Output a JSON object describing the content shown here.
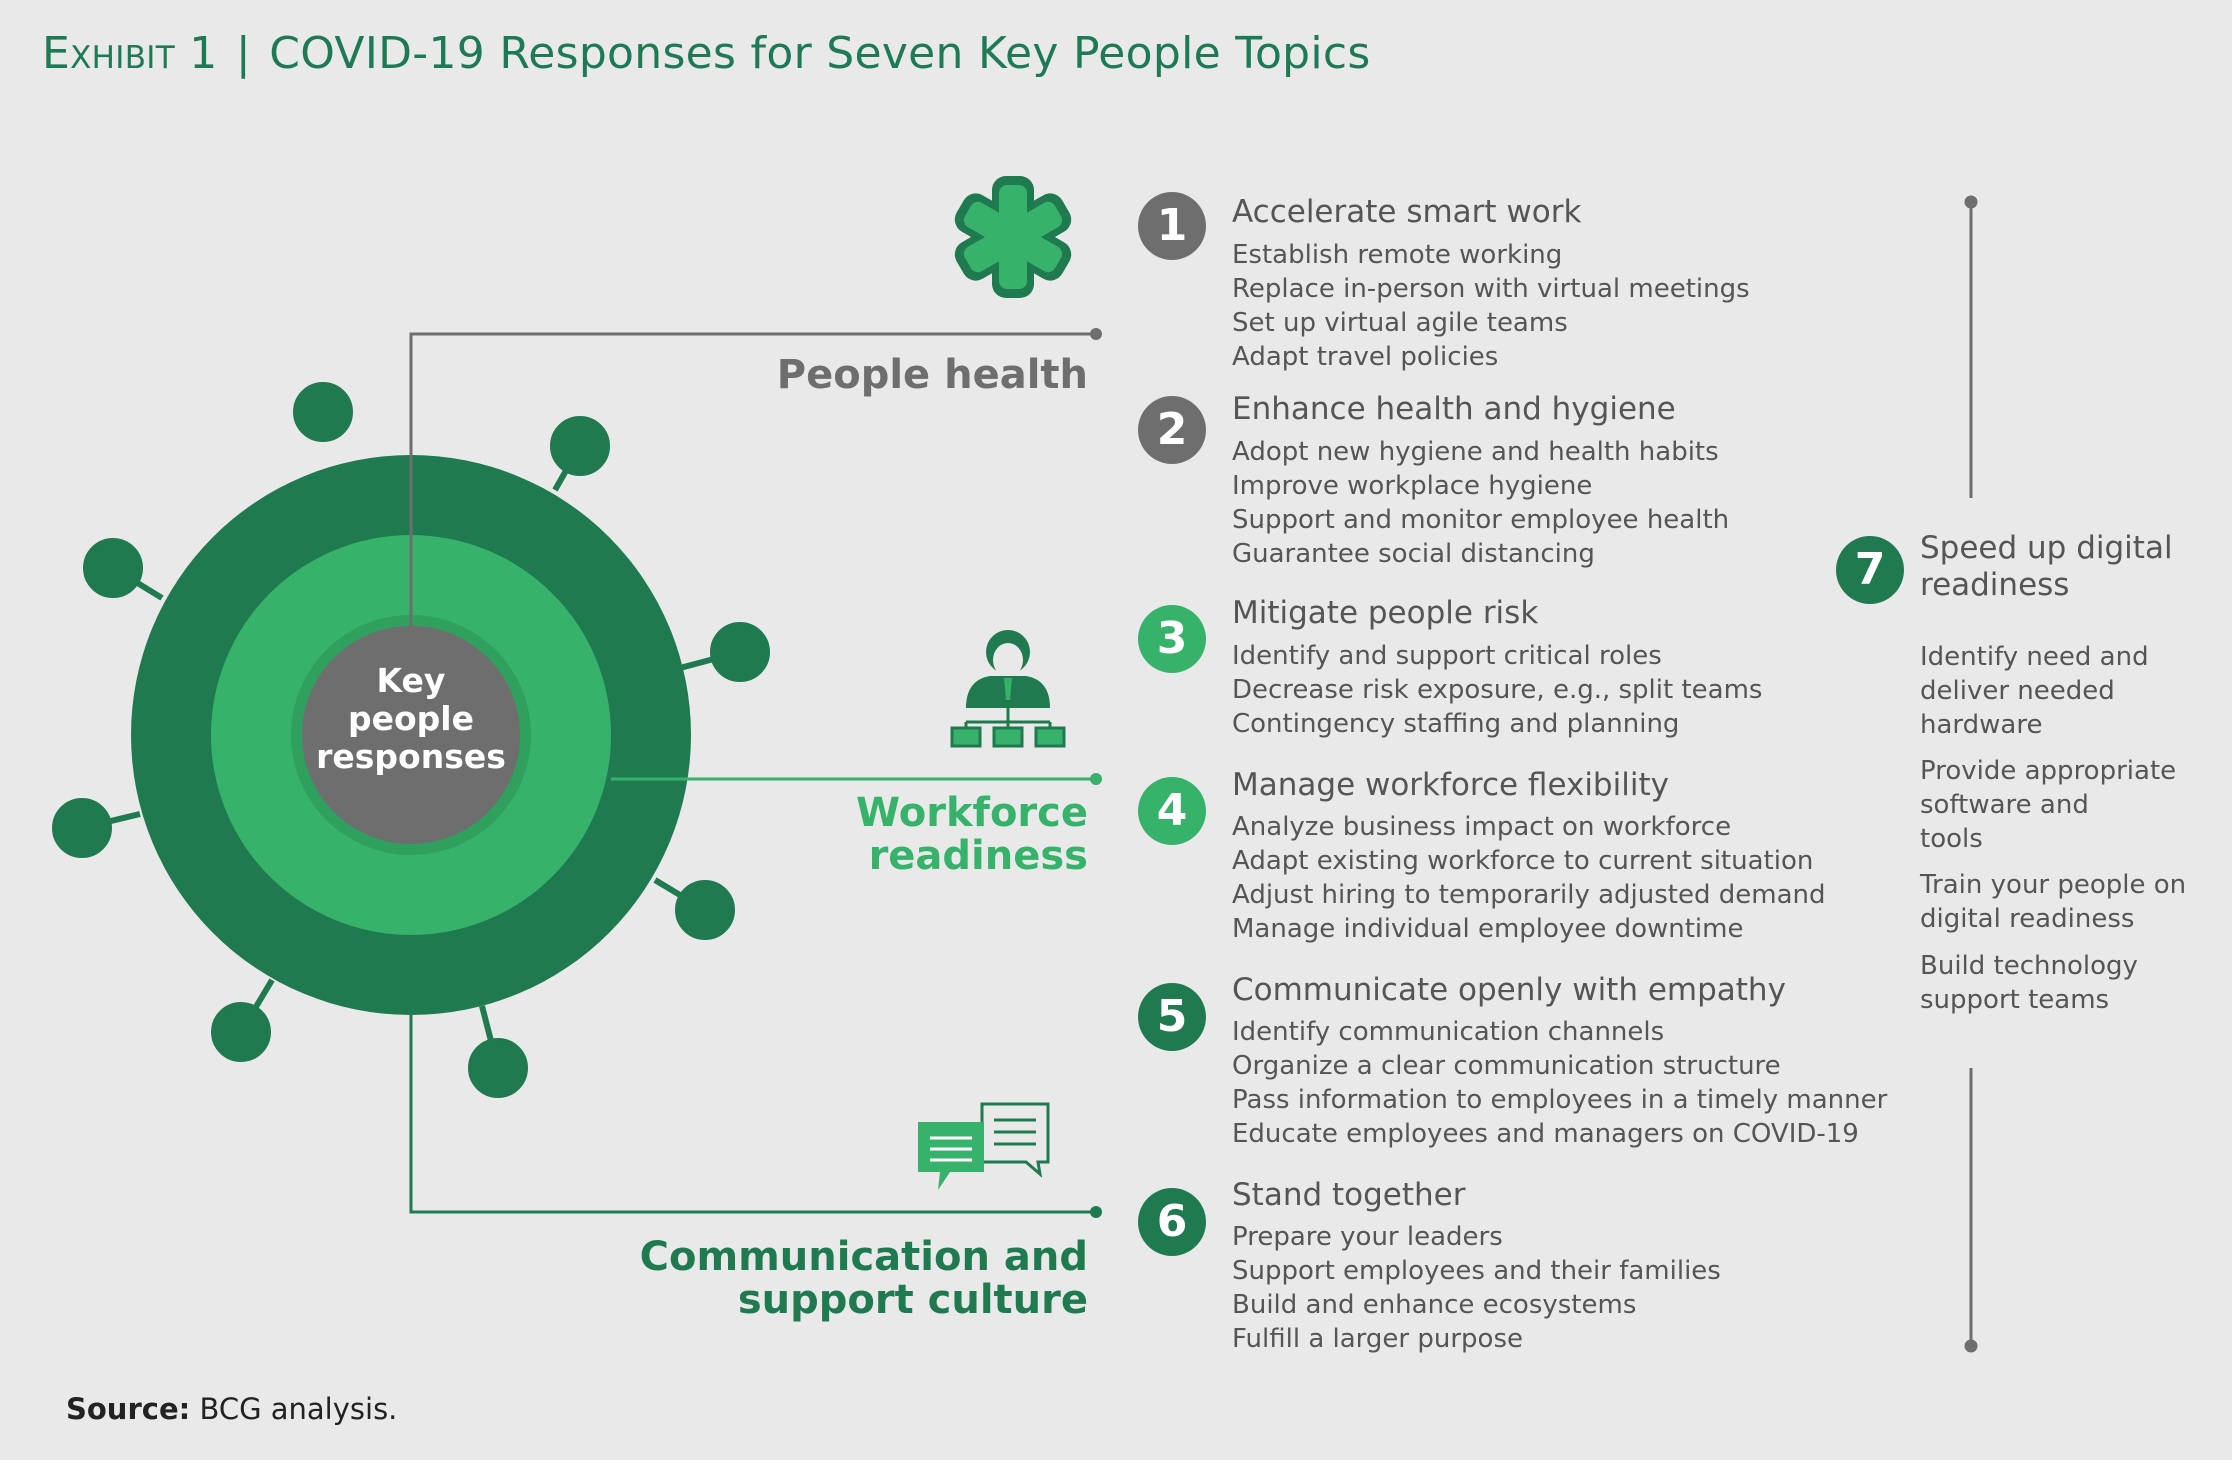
{
  "header": {
    "exhibit_label": "Exhibit 1",
    "title": "COVID-19 Responses for Seven Key People Topics"
  },
  "center": {
    "line1": "Key",
    "line2": "people",
    "line3": "responses"
  },
  "categories": [
    {
      "line1": "People health",
      "line2": ""
    },
    {
      "line1": "Workforce",
      "line2": "readiness"
    },
    {
      "line1": "Communication and",
      "line2": "support culture"
    }
  ],
  "topics": [
    {
      "number": "1",
      "title": "Accelerate smart work",
      "items": [
        "Establish remote working",
        "Replace in-person with virtual meetings",
        "Set up virtual agile teams",
        "Adapt travel policies"
      ]
    },
    {
      "number": "2",
      "title": "Enhance health and hygiene",
      "items": [
        "Adopt new hygiene and health habits",
        "Improve workplace hygiene",
        "Support and monitor employee health",
        "Guarantee social distancing"
      ]
    },
    {
      "number": "3",
      "title": "Mitigate people risk",
      "items": [
        "Identify and support critical roles",
        "Decrease risk exposure, e.g., split teams",
        "Contingency staffing and planning"
      ]
    },
    {
      "number": "4",
      "title": "Manage workforce flexibility",
      "items": [
        "Analyze business impact on workforce",
        "Adapt existing workforce to current situation",
        "Adjust hiring to temporarily adjusted demand",
        "Manage individual employee downtime"
      ]
    },
    {
      "number": "5",
      "title": "Communicate openly with empathy",
      "items": [
        "Identify communication channels",
        "Organize a clear communication structure",
        "Pass information to employees in a timely manner",
        "Educate employees and managers on COVID-19"
      ]
    },
    {
      "number": "6",
      "title": "Stand together",
      "items": [
        "Prepare your leaders",
        "Support employees and their families",
        "Build and enhance ecosystems",
        "Fulfill a larger purpose"
      ]
    }
  ],
  "topic7": {
    "number": "7",
    "title_line1": "Speed up digital",
    "title_line2": "readiness",
    "items": [
      {
        "line1": "Identify need and",
        "line2": "deliver needed",
        "line3": "hardware"
      },
      {
        "line1": "Provide appropriate",
        "line2": "software and",
        "line3": "tools"
      },
      {
        "line1": "Train your people on",
        "line2": "digital readiness",
        "line3": ""
      },
      {
        "line1": "Build technology",
        "line2": "support teams",
        "line3": ""
      }
    ]
  },
  "source": {
    "label": "Source:",
    "text": "BCG analysis."
  },
  "colors": {
    "dark_green": "#1f7a4f",
    "mid_green": "#37b26b",
    "gray": "#6e6e6e",
    "background": "#e9e9ea"
  },
  "icons": [
    "medical-star-icon",
    "org-chart-person-icon",
    "chat-bubbles-icon"
  ]
}
